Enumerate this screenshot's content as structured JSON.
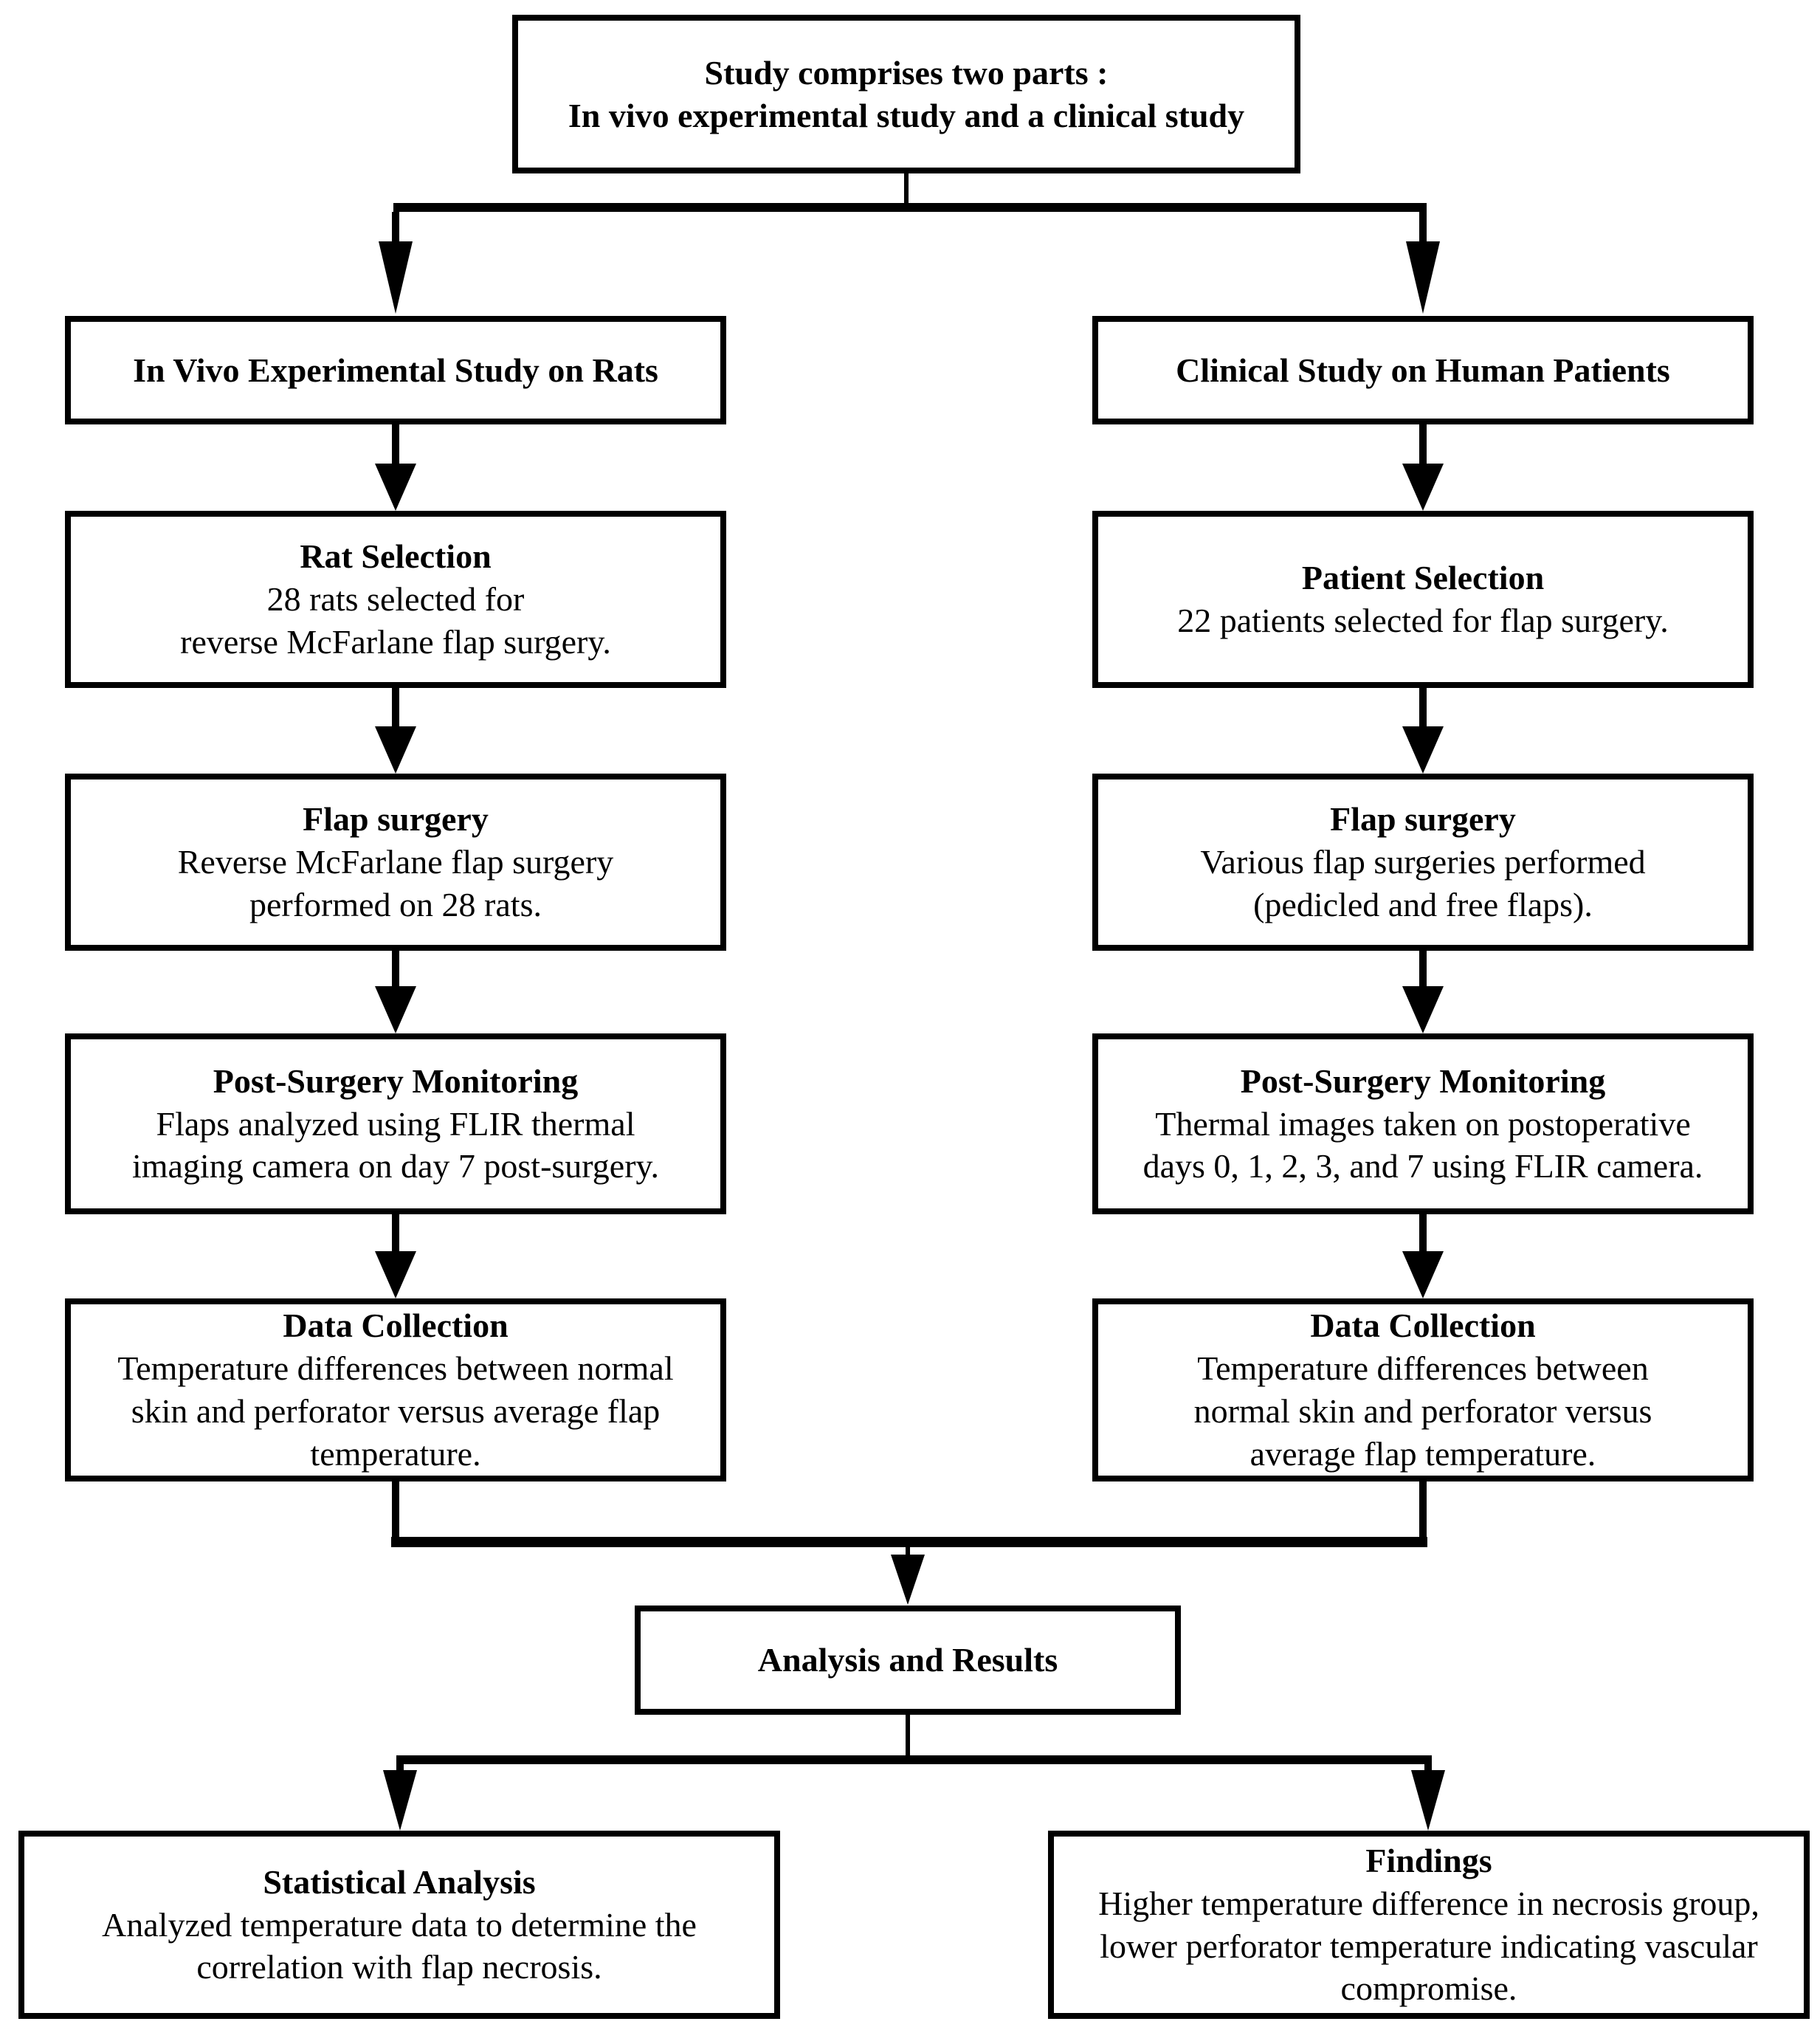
{
  "colors": {
    "line": "#000000",
    "background": "#ffffff",
    "text": "#000000"
  },
  "root_box": {
    "text": "Study comprises two parts :\nIn vivo experimental study and a clinical study"
  },
  "left_branch": {
    "header": "In Vivo Experimental Study on Rats",
    "steps": [
      {
        "title": "Rat Selection",
        "body": "28 rats selected for\nreverse McFarlane flap surgery."
      },
      {
        "title": "Flap surgery",
        "body": "Reverse McFarlane flap surgery\nperformed on 28 rats."
      },
      {
        "title": "Post-Surgery Monitoring",
        "body": "Flaps analyzed using FLIR thermal\nimaging camera on day 7 post-surgery."
      },
      {
        "title": "Data Collection",
        "body": "Temperature differences between normal\nskin and perforator versus average flap\ntemperature."
      }
    ]
  },
  "right_branch": {
    "header": "Clinical Study on Human Patients",
    "steps": [
      {
        "title": "Patient Selection",
        "body": "22 patients selected for flap surgery."
      },
      {
        "title": "Flap surgery",
        "body": "Various flap surgeries performed\n(pedicled and free flaps)."
      },
      {
        "title": "Post-Surgery Monitoring",
        "body": "Thermal images taken on postoperative\ndays 0, 1, 2, 3, and 7 using FLIR camera."
      },
      {
        "title": "Data Collection",
        "body": "Temperature differences between\nnormal skin and perforator versus\naverage flap temperature."
      }
    ]
  },
  "merge_box": {
    "title": "Analysis and Results"
  },
  "outcomes": {
    "statistical_analysis": {
      "title": "Statistical Analysis",
      "body": "Analyzed temperature data to determine the\ncorrelation with flap necrosis."
    },
    "findings": {
      "title": "Findings",
      "body": "Higher temperature difference in necrosis group,\nlower perforator temperature indicating vascular\ncompromise."
    }
  }
}
